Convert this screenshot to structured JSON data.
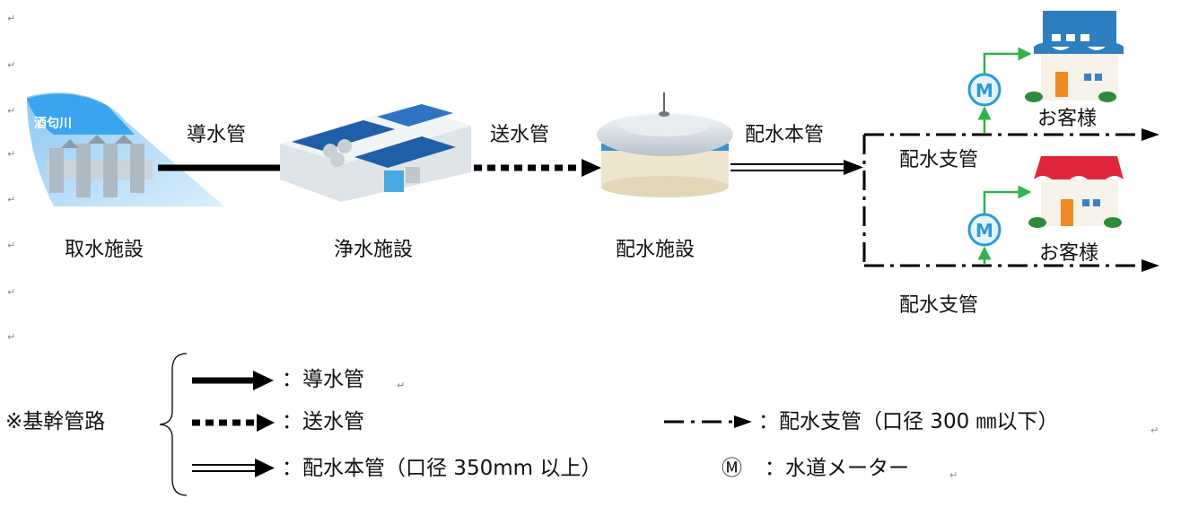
{
  "river": {
    "name": "酒匂川"
  },
  "facilities": {
    "intake": "取水施設",
    "purification": "浄水施設",
    "distribution": "配水施設"
  },
  "pipes": {
    "conveyance": "導水管",
    "transmission": "送水管",
    "main": "配水本管",
    "branch_upper": "配水支管",
    "branch_lower": "配水支管"
  },
  "customers": {
    "upper": "お客様",
    "lower": "お客様"
  },
  "meter_symbol": "M",
  "paragraph_mark": "↵",
  "legend": {
    "title": "※基幹管路",
    "conveyance": "：導水管",
    "transmission": "：送水管",
    "main": "：配水本管（口径 350mm 以上）",
    "branch": "：配水支管（口径 300 ㎜以下）",
    "meter_symbol": "Ⓜ",
    "meter": "：水道メーター"
  },
  "colors": {
    "meter_blue": "#2a9bd6",
    "meter_fill": "#e6f4fc",
    "green_arrow": "#2fb34a",
    "roof_blue": "#2e7fc0",
    "roof_red": "#e0263a",
    "river_blue": "#5ab4f0"
  }
}
